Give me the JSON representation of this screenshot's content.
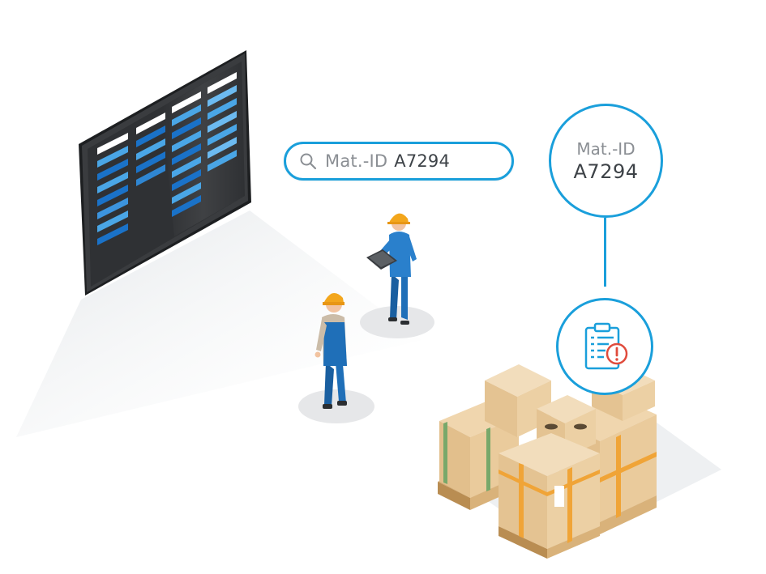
{
  "search": {
    "label": "Mat.-ID",
    "value": "A7294",
    "icon": "search-icon"
  },
  "material_bubble": {
    "label": "Mat.-ID",
    "value": "A7294"
  },
  "alert": {
    "icon": "clipboard-alert-icon",
    "accent": "#1a9fdb",
    "warning_color": "#e04b3c"
  },
  "colors": {
    "accent_blue": "#1a9fdb",
    "board_frame": "#2f3134",
    "worker_blue": "#1f6fb8",
    "helmet": "#f3a61c",
    "box_tan": "#e8c79b",
    "pallet": "#d9b27a",
    "strap_orange": "#f0a437",
    "strap_green": "#78a86a"
  }
}
